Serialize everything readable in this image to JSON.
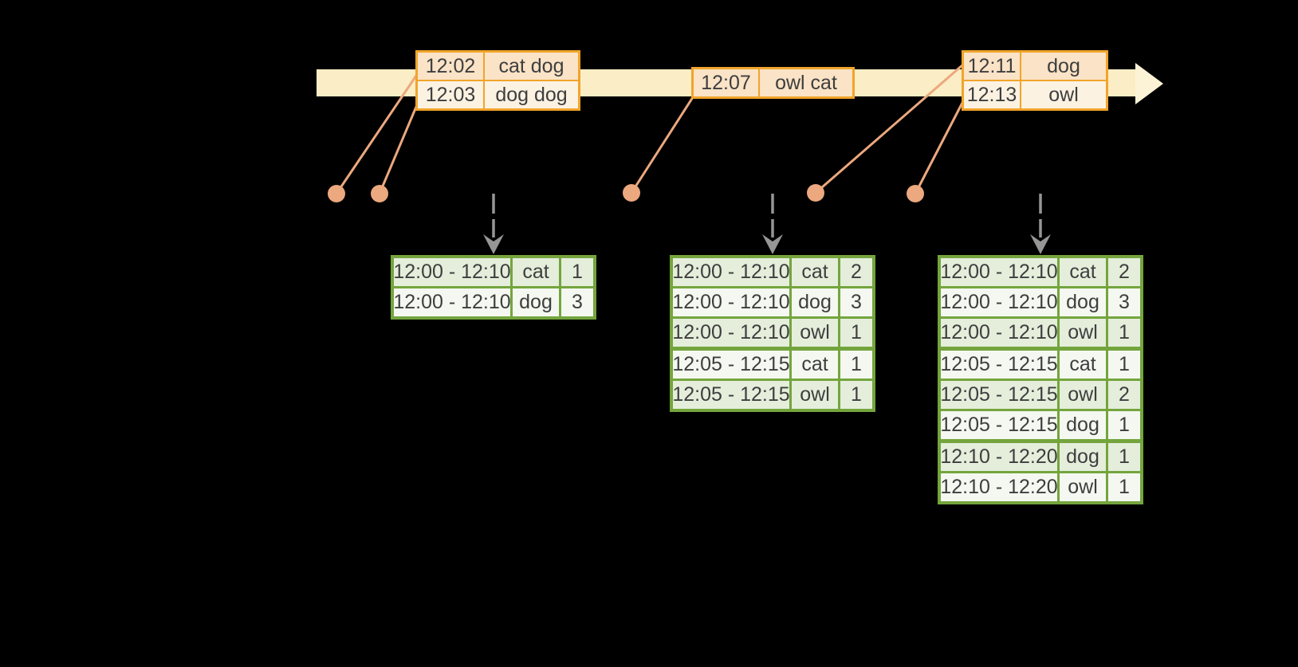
{
  "background": "#000000",
  "colors": {
    "background": "#000000",
    "timeline_band": "#FBEDC5",
    "timeline_arrowhead": "#FCF3D6",
    "event_border": "#F1A42B",
    "event_row_fill_1": "#FAE3C6",
    "event_row_fill_2": "#FCF2E2",
    "connector": "#ECA87E",
    "result_border": "#74A53D",
    "result_row_fill_1": "#E4EEDB",
    "result_row_fill_2": "#F4F8F0",
    "trigger_arrow": "#969696",
    "text": "#3E3E3E"
  },
  "icons": {
    "timeline_arrowhead": "arrow-right",
    "trigger_arrow": "arrow-down-dashed",
    "event_marker": "dot"
  },
  "timeline": {
    "event_tables": [
      {
        "rows": [
          {
            "time": "12:02",
            "words": "cat dog"
          },
          {
            "time": "12:03",
            "words": "dog dog"
          }
        ]
      },
      {
        "rows": [
          {
            "time": "12:07",
            "words": "owl cat"
          }
        ]
      },
      {
        "rows": [
          {
            "time": "12:11",
            "words": "dog"
          },
          {
            "time": "12:13",
            "words": "owl"
          }
        ]
      }
    ]
  },
  "result_tables": [
    {
      "rows": [
        {
          "window": "12:00 - 12:10",
          "word": "cat",
          "count": "1"
        },
        {
          "window": "12:00 - 12:10",
          "word": "dog",
          "count": "3"
        }
      ]
    },
    {
      "rows": [
        {
          "window": "12:00 - 12:10",
          "word": "cat",
          "count": "2"
        },
        {
          "window": "12:00 - 12:10",
          "word": "dog",
          "count": "3"
        },
        {
          "window": "12:00 - 12:10",
          "word": "owl",
          "count": "1"
        },
        {
          "window": "12:05 - 12:15",
          "word": "cat",
          "count": "1"
        },
        {
          "window": "12:05 - 12:15",
          "word": "owl",
          "count": "1"
        }
      ]
    },
    {
      "rows": [
        {
          "window": "12:00 - 12:10",
          "word": "cat",
          "count": "2"
        },
        {
          "window": "12:00 - 12:10",
          "word": "dog",
          "count": "3"
        },
        {
          "window": "12:00 - 12:10",
          "word": "owl",
          "count": "1"
        },
        {
          "window": "12:05 - 12:15",
          "word": "cat",
          "count": "1"
        },
        {
          "window": "12:05 - 12:15",
          "word": "owl",
          "count": "2"
        },
        {
          "window": "12:05 - 12:15",
          "word": "dog",
          "count": "1"
        },
        {
          "window": "12:10 - 12:20",
          "word": "dog",
          "count": "1"
        },
        {
          "window": "12:10 - 12:20",
          "word": "owl",
          "count": "1"
        }
      ]
    }
  ]
}
